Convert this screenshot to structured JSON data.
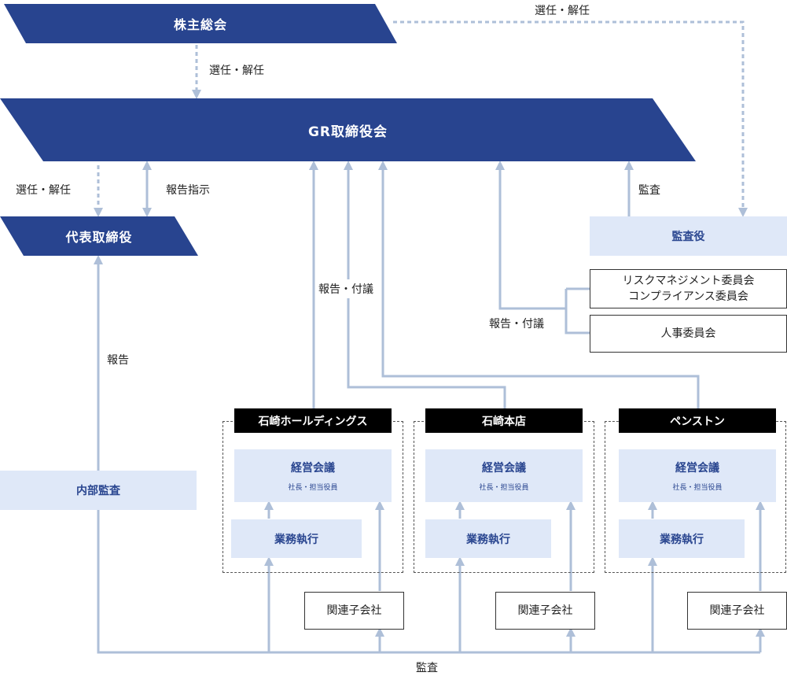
{
  "nodes": {
    "shareholders": "株主総会",
    "board": "GR取締役会",
    "ceo": "代表取締役",
    "auditor": "監査役",
    "risk_committee": [
      "リスクマネジメント委員会",
      "コンプライアンス委員会"
    ],
    "hr_committee": "人事委員会",
    "internal_audit": "内部監査"
  },
  "companies": [
    {
      "name": "石崎ホールディングス",
      "meeting": "経営会議",
      "members": "社長・担当役員",
      "execution": "業務執行",
      "affiliates": "関連子会社"
    },
    {
      "name": "石崎本店",
      "meeting": "経営会議",
      "members": "社長・担当役員",
      "execution": "業務執行",
      "affiliates": "関連子会社"
    },
    {
      "name": "ペンストン",
      "meeting": "経営会議",
      "members": "社長・担当役員",
      "execution": "業務執行",
      "affiliates": "関連子会社"
    }
  ],
  "labels": {
    "elect_dismiss": "選任・解任",
    "report_instruct": "報告指示",
    "report_propose": "報告・付議",
    "report": "報告",
    "audit": "監査"
  },
  "colors": {
    "dark_blue": "#28448f",
    "light_blue": "#dfe8f8",
    "connector": "#aebfd8"
  }
}
